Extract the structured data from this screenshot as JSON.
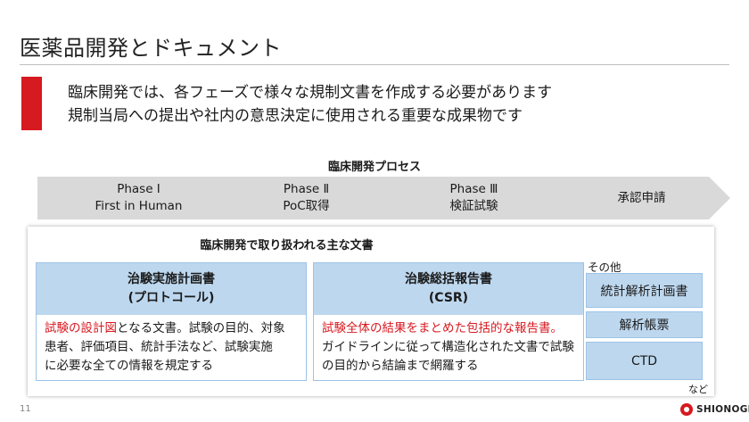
{
  "title": "医薬品開発とドキュメント",
  "lead": {
    "line1": "臨床開発では、各フェーズで様々な規制文書を作成する必要があります",
    "line2": "規制当局への提出や社内の意思決定に使用される重要な成果物です"
  },
  "process": {
    "title": "臨床開発プロセス",
    "phases": [
      {
        "line1": "Phase Ⅰ",
        "line2": "First in Human"
      },
      {
        "line1": "Phase Ⅱ",
        "line2": "PoC取得"
      },
      {
        "line1": "Phase Ⅲ",
        "line2": "検証試験"
      },
      {
        "line1": "承認申請",
        "line2": ""
      }
    ]
  },
  "documents": {
    "title": "臨床開発で取り扱われる主な文書",
    "protocol": {
      "name": "治験実施計画書",
      "abbr": "(プロトコール)",
      "highlight": "試験の設計図",
      "desc_after_highlight": "となる文書。試験の目的、対象",
      "desc_line2": "患者、評価項目、統計手法など、試験実施",
      "desc_line3": "に必要な全ての情報を規定する"
    },
    "csr": {
      "name": "治験総括報告書",
      "abbr": "(CSR)",
      "highlight": "試験全体の結果をまとめた包括的な報告書。",
      "desc_line2": "ガイドラインに従って構造化された文書で試験",
      "desc_line3": "の目的から結論まで網羅する"
    },
    "others": {
      "label": "その他",
      "items": [
        "統計解析計画書",
        "解析帳票",
        "CTD"
      ],
      "etc": "など"
    }
  },
  "footer": {
    "page_number": "11",
    "brand": "SHIONOGI"
  },
  "colors": {
    "accent_red": "#d71920",
    "card_header_blue": "#bdd7ee",
    "chevron_gray": "#d9d9d9"
  }
}
